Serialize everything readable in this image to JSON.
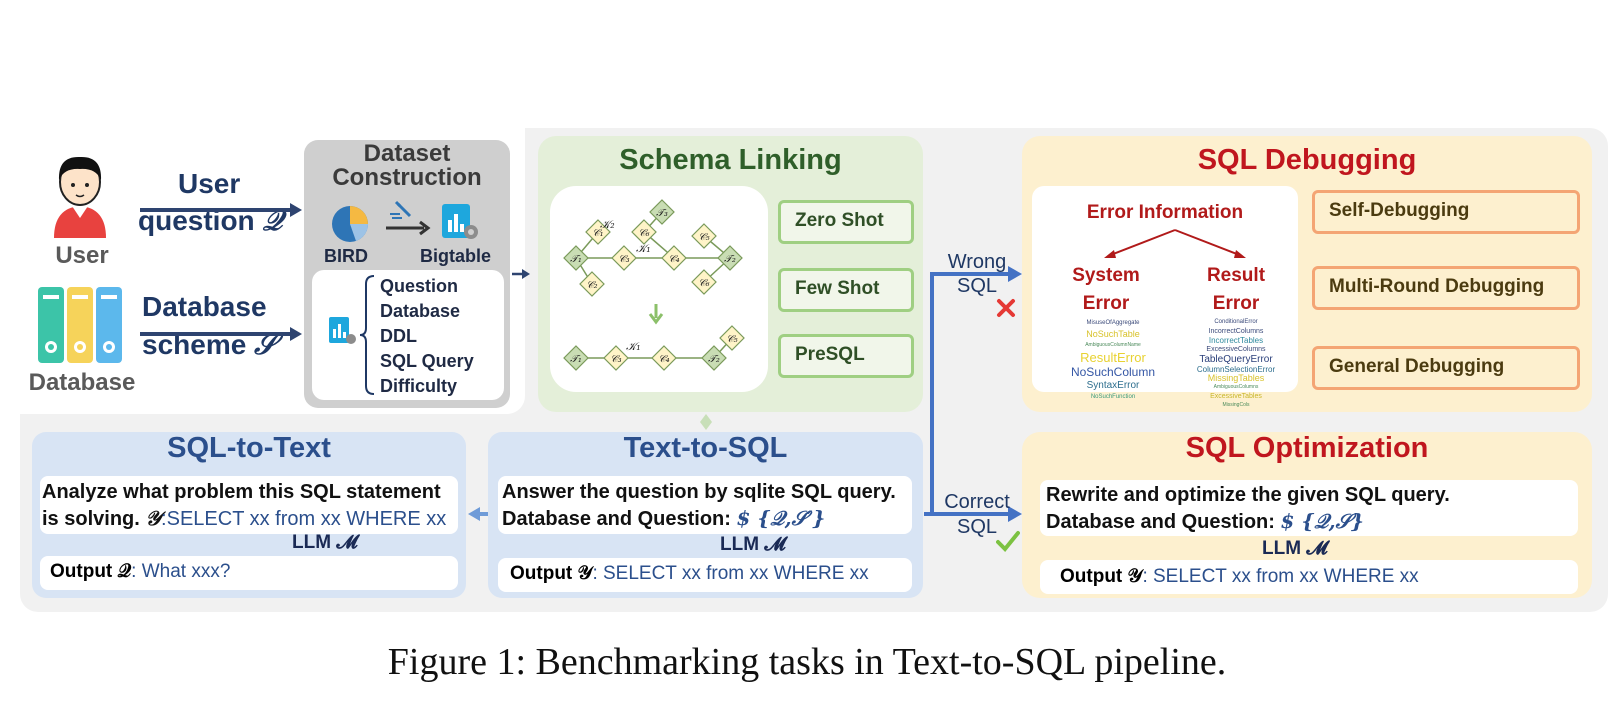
{
  "user": {
    "label": "User",
    "arrow_line1": "User",
    "arrow_line2": "question",
    "arrow_symbol": "𝒬"
  },
  "database": {
    "label": "Database",
    "arrow_line1": "Database",
    "arrow_line2": "scheme",
    "arrow_symbol": "𝒮"
  },
  "dataset_construction": {
    "title_line1": "Dataset",
    "title_line2": "Construction",
    "source_label": "BIRD",
    "target_label": "Bigtable",
    "fields": [
      "Question",
      "Database",
      "DDL",
      "SQL Query",
      "Difficulty"
    ]
  },
  "schema_linking": {
    "title": "Schema Linking",
    "methods": [
      "Zero Shot",
      "Few Shot",
      "PreSQL"
    ],
    "graph_nodes_top": [
      "𝒯₁",
      "𝒞₁",
      "𝒞₂",
      "𝒞₃",
      "𝒞₆",
      "𝒯₃",
      "𝒞₄",
      "𝒞₅",
      "𝒞₆",
      "𝒯₂"
    ],
    "graph_labels_top": [
      "𝒦₂",
      "𝒦₁"
    ],
    "graph_nodes_bottom": [
      "𝒯₁",
      "𝒞₃",
      "𝒞₄",
      "𝒯₂",
      "𝒞₅"
    ],
    "graph_label_bottom": "𝒦₁"
  },
  "routing": {
    "wrong_line1": "Wrong",
    "wrong_line2": "SQL",
    "correct_line1": "Correct",
    "correct_line2": "SQL"
  },
  "sql_debugging": {
    "title": "SQL Debugging",
    "error_info": "Error Information",
    "system_error_line1": "System",
    "system_error_line2": "Error",
    "result_error_line1": "Result",
    "result_error_line2": "Error",
    "system_cloud": [
      "MisuseOfAggregate",
      "NoSuchTable",
      "AmbiguousColumnName",
      "ResultError",
      "NoSuchColumn",
      "SyntaxError",
      "NoSuchFunction"
    ],
    "result_cloud": [
      "ConditionalError",
      "IncorrectColumns",
      "IncorrectTables",
      "ExcessiveColumns",
      "TableQueryError",
      "ColumnSelectionError",
      "MissingTables",
      "AmbiguousColumns",
      "ExcessiveTables",
      "MissingCols"
    ],
    "methods": [
      "Self-Debugging",
      "Multi-Round Debugging",
      "General Debugging"
    ]
  },
  "sql_optimization": {
    "title": "SQL Optimization",
    "prompt_line1": "Rewrite and optimize the given SQL query.",
    "prompt_line2": "Database and Question: ",
    "prompt_var": "$ {𝒬,𝒮}",
    "llm": "LLM 𝓜",
    "output_label": "Output 𝒴",
    "output_value": ": SELECT xx from xx WHERE xx"
  },
  "text_to_sql": {
    "title": "Text-to-SQL",
    "prompt_line1": "Answer the question by sqlite SQL query.",
    "prompt_line2": "Database and Question: ",
    "prompt_var": "$ {𝒬,𝒮′}",
    "llm": "LLM 𝓜",
    "output_label": "Output 𝒴",
    "output_value": ": SELECT xx from xx WHERE xx"
  },
  "sql_to_text": {
    "title": "SQL-to-Text",
    "prompt_line1": "Analyze what problem this SQL statement",
    "prompt_line2": "is solving. ",
    "prompt_symbol": "𝒴",
    "prompt_var": ":SELECT xx from xx WHERE xx",
    "llm": "LLM 𝓜",
    "output_label": "Output 𝒬",
    "output_value": ": What xxx?"
  },
  "caption": "Figure 1: Benchmarking tasks in Text-to-SQL pipeline.",
  "colors": {
    "schema_title": "#2f5f2a",
    "debug_title": "#c0161e",
    "task_title": "#2b4f8c",
    "arrow_blue": "#4472c4",
    "arrow_dark": "#2e4470"
  }
}
